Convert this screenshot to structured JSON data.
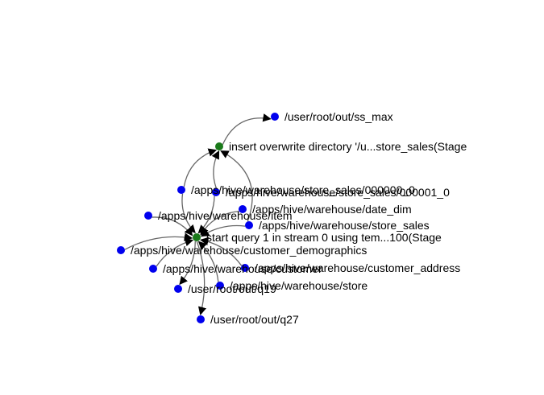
{
  "colors": {
    "background": "#ffffff",
    "dataset_node": "#0000ee",
    "process_node": "#1a7a1a",
    "edge": "#666666",
    "arrowhead": "#000000",
    "label": "#000000"
  },
  "nodes": [
    {
      "id": "ss_max",
      "kind": "dataset",
      "label": "/user/root/out/ss_max"
    },
    {
      "id": "insert_proc",
      "kind": "process",
      "label": "insert overwrite directory '/u...store_sales(Stage"
    },
    {
      "id": "ss_000000",
      "kind": "dataset",
      "label": "/apps/hive/warehouse/store_sales/000000_0"
    },
    {
      "id": "ss_000001",
      "kind": "dataset",
      "label": "/apps/hive/warehouse/store_sales/000001_0"
    },
    {
      "id": "date_dim",
      "kind": "dataset",
      "label": "/apps/hive/warehouse/date_dim"
    },
    {
      "id": "item",
      "kind": "dataset",
      "label": "/apps/hive/warehouse/item"
    },
    {
      "id": "store_sales",
      "kind": "dataset",
      "label": "/apps/hive/warehouse/store_sales"
    },
    {
      "id": "query_proc",
      "kind": "process",
      "label": "start query 1 in stream 0 using tem...100(Stage"
    },
    {
      "id": "cust_demo",
      "kind": "dataset",
      "label": "/apps/hive/warehouse/customer_demographics"
    },
    {
      "id": "customer",
      "kind": "dataset",
      "label": "/apps/hive/warehouse/customer"
    },
    {
      "id": "cust_addr",
      "kind": "dataset",
      "label": "/apps/hive/warehouse/customer_address"
    },
    {
      "id": "q19",
      "kind": "dataset",
      "label": "/user/root/out/q19"
    },
    {
      "id": "store",
      "kind": "dataset",
      "label": "/apps/hive/warehouse/store"
    },
    {
      "id": "q27",
      "kind": "dataset",
      "label": "/user/root/out/q27"
    }
  ],
  "edges": [
    {
      "from": "insert_proc",
      "to": "ss_max"
    },
    {
      "from": "ss_000000",
      "to": "insert_proc"
    },
    {
      "from": "ss_000001",
      "to": "insert_proc"
    },
    {
      "from": "store_sales",
      "to": "insert_proc"
    },
    {
      "from": "ss_000000",
      "to": "query_proc"
    },
    {
      "from": "ss_000001",
      "to": "query_proc"
    },
    {
      "from": "date_dim",
      "to": "query_proc"
    },
    {
      "from": "item",
      "to": "query_proc"
    },
    {
      "from": "store_sales",
      "to": "query_proc"
    },
    {
      "from": "cust_demo",
      "to": "query_proc"
    },
    {
      "from": "customer",
      "to": "query_proc"
    },
    {
      "from": "cust_addr",
      "to": "query_proc"
    },
    {
      "from": "store",
      "to": "query_proc"
    },
    {
      "from": "query_proc",
      "to": "q19"
    },
    {
      "from": "query_proc",
      "to": "q27"
    }
  ]
}
